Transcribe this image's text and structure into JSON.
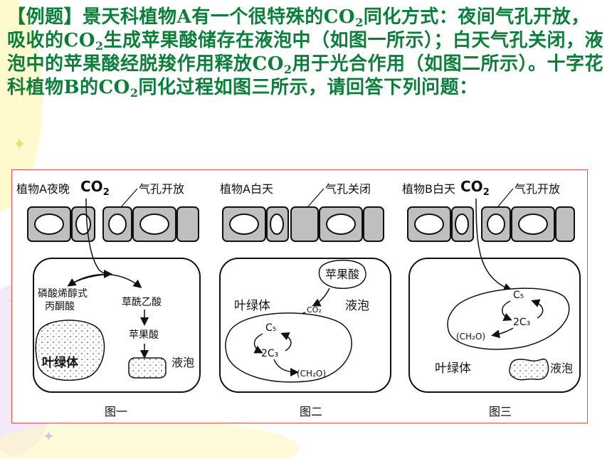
{
  "question": {
    "bracket_open": "【",
    "tag": "例题",
    "bracket_close": "】",
    "seg1": "景天科植物A有一个很特殊的CO",
    "seg2": "同化方式：夜间气孔开放，吸收的CO",
    "seg3": "生成苹果酸储存在液泡中（如图一所示）；白天气孔关闭，液泡中的苹果酸经脱羧作用释放CO",
    "seg4": "用于光合作用（如图二所示）。十字花科植物B的CO",
    "seg5": "同化过程如图三所示，请回答下列问题：",
    "subscript": "2"
  },
  "figures": {
    "fig1": {
      "header": "植物A夜晚",
      "co2": "CO",
      "co2_sub": "2",
      "stomata": "气孔开放",
      "pep_line1": "磷酸烯醇式",
      "pep_line2": "丙酮酸",
      "oaa": "草酰乙酸",
      "malate": "苹果酸",
      "chloroplast": "叶绿体",
      "vacuole": "液泡",
      "caption": "图一"
    },
    "fig2": {
      "header": "植物A白天",
      "stomata": "气孔关闭",
      "malate": "苹果酸",
      "chloroplast": "叶绿体",
      "co2_small": "CO₂",
      "vacuole": "液泡",
      "c5": "C₅",
      "c3": "2C₃",
      "ch2o": "(CH₂O)",
      "caption": "图二"
    },
    "fig3": {
      "header": "植物B白天",
      "co2": "CO",
      "co2_sub": "2",
      "stomata": "气孔开放",
      "c5": "C₅",
      "c3": "2C₃",
      "ch2o": "(CH₂O)",
      "chloroplast": "叶绿体",
      "vacuole": "液泡",
      "caption": "图三"
    }
  },
  "colors": {
    "question_text": "#0b7f3a",
    "bracket_text": "#0b7f3a",
    "figure_border": "#e05050",
    "background_swirl_left": "#fff3a8",
    "background_swirl_purple": "#e9d9f5"
  }
}
